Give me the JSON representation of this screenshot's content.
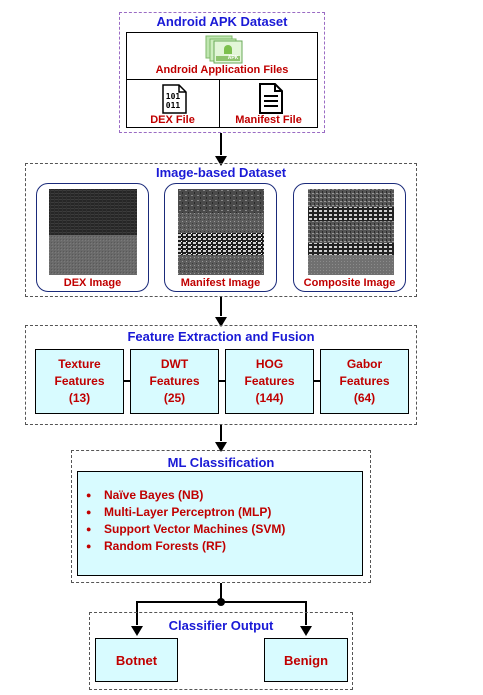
{
  "stage1": {
    "title": "Android APK Dataset",
    "apk_label": "Android Application Files",
    "apk_icon_text": "APK",
    "dex_label": "DEX File",
    "dex_icon_line1": "101",
    "dex_icon_line2": "011",
    "manifest_label": "Manifest File"
  },
  "stage2": {
    "title": "Image-based Dataset",
    "images": [
      {
        "label": "DEX Image"
      },
      {
        "label": "Manifest Image"
      },
      {
        "label": "Composite Image"
      }
    ]
  },
  "stage3": {
    "title": "Feature Extraction and Fusion",
    "features": [
      {
        "line1": "Texture",
        "line2": "Features",
        "count": "(13)"
      },
      {
        "line1": "DWT",
        "line2": "Features",
        "count": "(25)"
      },
      {
        "line1": "HOG",
        "line2": "Features",
        "count": "(144)"
      },
      {
        "line1": "Gabor",
        "line2": "Features",
        "count": "(64)"
      }
    ]
  },
  "stage4": {
    "title": "ML Classification",
    "classifiers": [
      "Naïve Bayes (NB)",
      "Multi-Layer Perceptron (MLP)",
      "Support Vector Machines (SVM)",
      "Random Forests (RF)"
    ]
  },
  "stage5": {
    "title": "Classifier Output",
    "outputs": [
      "Botnet",
      "Benign"
    ]
  }
}
